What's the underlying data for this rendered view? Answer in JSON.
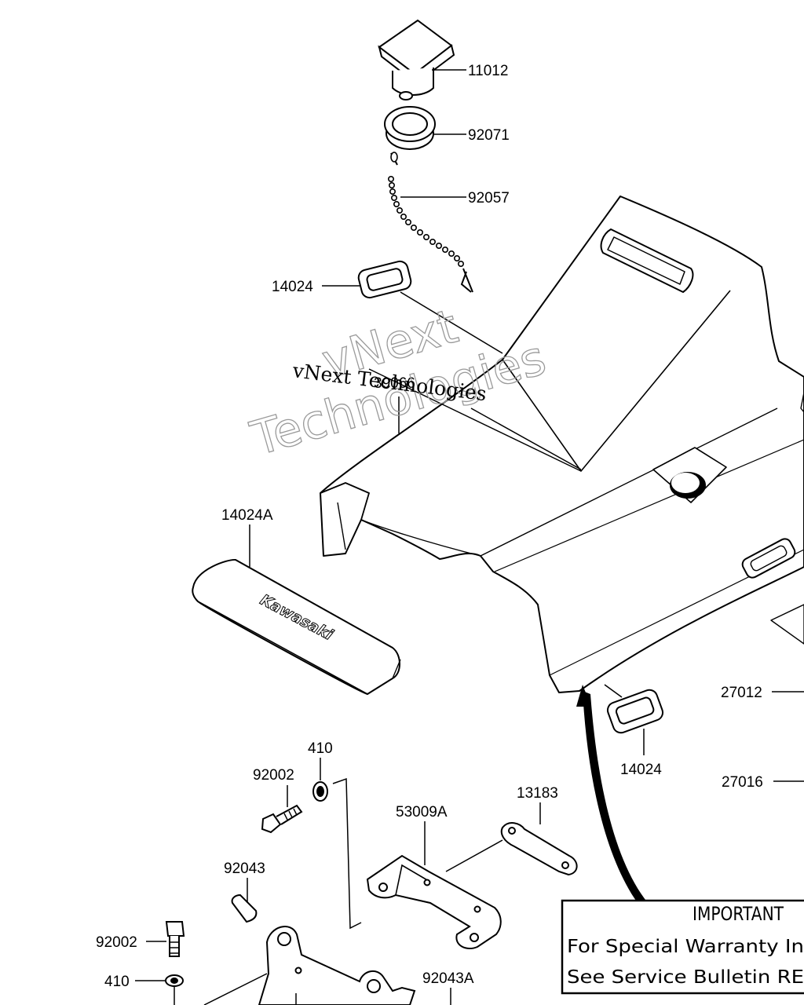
{
  "parts": [
    {
      "id": "cap-11012",
      "number": "11012"
    },
    {
      "id": "grommet-92071",
      "number": "92071"
    },
    {
      "id": "chain-92057",
      "number": "92057"
    },
    {
      "id": "grommet-14024-top",
      "number": "14024"
    },
    {
      "id": "cover-39066",
      "number": "39066"
    },
    {
      "id": "emblem-14024a",
      "number": "14024A"
    },
    {
      "id": "panel-27012",
      "number": "27012"
    },
    {
      "id": "grommet-14024-bottom",
      "number": "14024"
    },
    {
      "id": "panel-27016",
      "number": "27016"
    },
    {
      "id": "washer-410-top",
      "number": "410"
    },
    {
      "id": "bolt-92002-top",
      "number": "92002"
    },
    {
      "id": "plate-13183",
      "number": "13183"
    },
    {
      "id": "bracket-53009a",
      "number": "53009A"
    },
    {
      "id": "pin-92043",
      "number": "92043"
    },
    {
      "id": "bolt-92002-bottom",
      "number": "92002"
    },
    {
      "id": "washer-410-bottom",
      "number": "410"
    },
    {
      "id": "pin-92043a",
      "number": "92043A"
    }
  ],
  "emblem_text": "Kawasaki",
  "watermark": {
    "outline_line1": "vNext",
    "outline_line2": "Technologies",
    "serif_text": "vNext Technologies"
  },
  "notice": {
    "title": "IMPORTANT",
    "line1": "For Special Warranty In",
    "line2": "See Service Bulletin RE"
  }
}
